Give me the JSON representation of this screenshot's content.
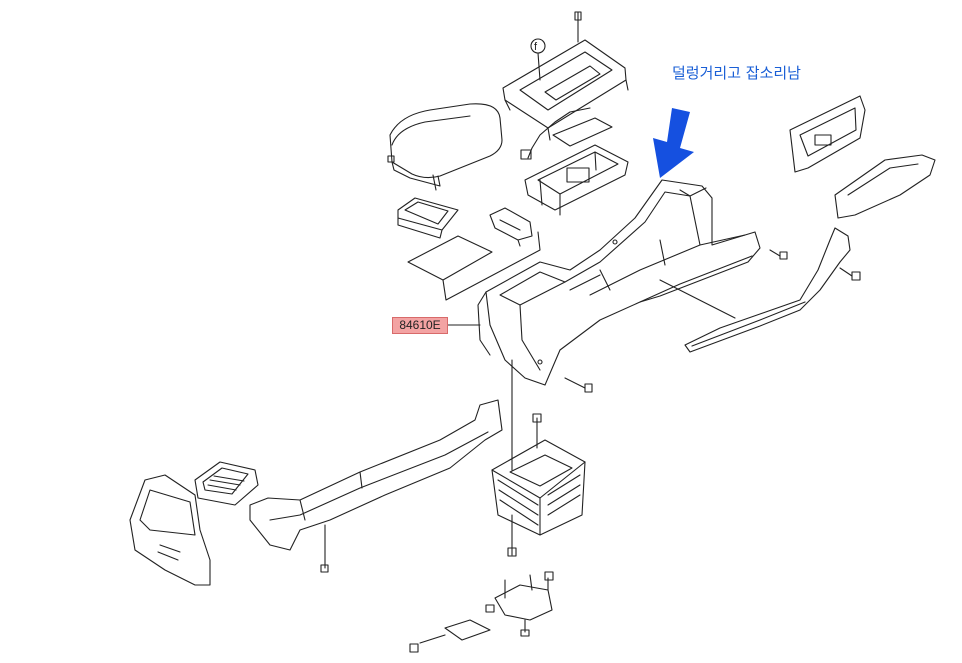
{
  "diagram": {
    "callout_text": "덜렁거리고 잡소리남",
    "part_number": "84610E",
    "ref_letter": "f",
    "colors": {
      "line": "#222222",
      "callout_text": "#1a5fd6",
      "arrow": "#1550e0",
      "tag_fill": "#f3a3a3",
      "tag_border": "#d86a6a"
    }
  }
}
